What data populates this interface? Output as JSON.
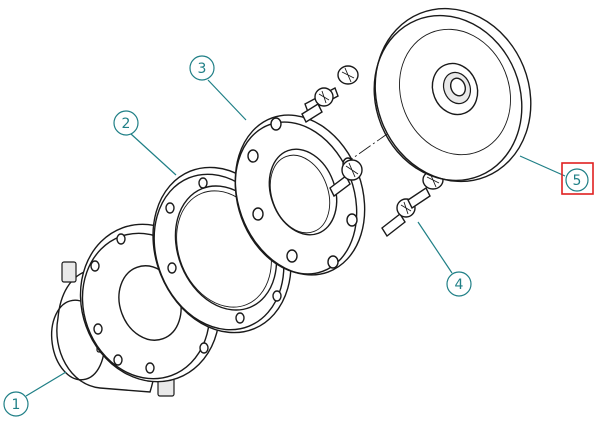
{
  "callouts": [
    {
      "id": "1",
      "label": "1"
    },
    {
      "id": "2",
      "label": "2"
    },
    {
      "id": "3",
      "label": "3"
    },
    {
      "id": "4",
      "label": "4"
    },
    {
      "id": "5",
      "label": "5"
    }
  ],
  "colors": {
    "line": "#1a1a1a",
    "callout": "#1f7f86",
    "highlight": "#e02020"
  },
  "selected_callout": "5"
}
